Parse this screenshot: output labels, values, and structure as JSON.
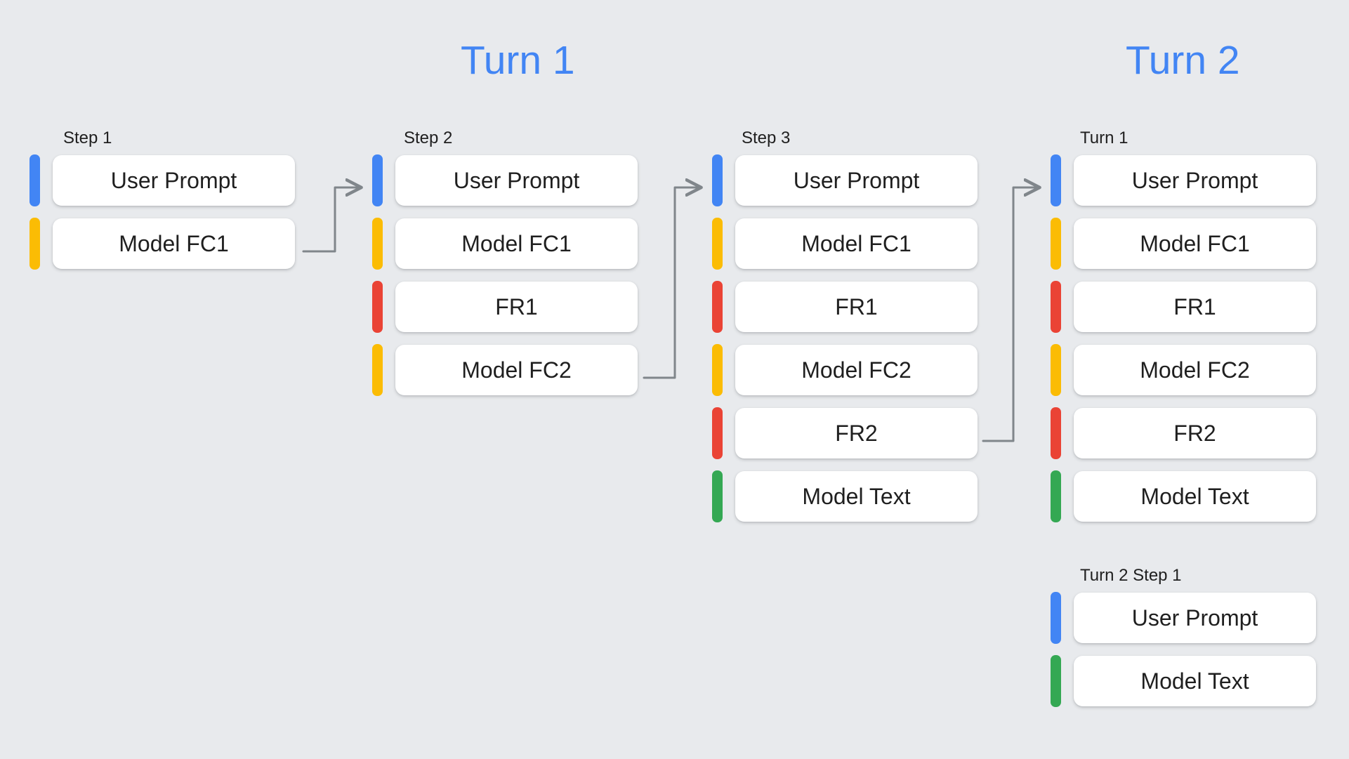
{
  "background_color": "#e8eaed",
  "palette": {
    "blue": "#4285f4",
    "yellow": "#fbbc04",
    "red": "#ea4335",
    "green": "#34a853",
    "card": "#ffffff",
    "text": "#1f1f1f",
    "arrow": "#80868b"
  },
  "headings": [
    {
      "text": "Turn 1",
      "color": "#4285f4"
    },
    {
      "text": "Turn 2",
      "color": "#4285f4"
    }
  ],
  "columns": [
    {
      "label": "Step 1",
      "rows": [
        {
          "bar": "blue",
          "label": "User Prompt"
        },
        {
          "bar": "yellow",
          "label": "Model FC1"
        }
      ]
    },
    {
      "label": "Step 2",
      "rows": [
        {
          "bar": "blue",
          "label": "User Prompt"
        },
        {
          "bar": "yellow",
          "label": "Model FC1"
        },
        {
          "bar": "red",
          "label": "FR1"
        },
        {
          "bar": "yellow",
          "label": "Model FC2"
        }
      ]
    },
    {
      "label": "Step 3",
      "rows": [
        {
          "bar": "blue",
          "label": "User Prompt"
        },
        {
          "bar": "yellow",
          "label": "Model FC1"
        },
        {
          "bar": "red",
          "label": "FR1"
        },
        {
          "bar": "yellow",
          "label": "Model FC2"
        },
        {
          "bar": "red",
          "label": "FR2"
        },
        {
          "bar": "green",
          "label": "Model Text"
        }
      ]
    },
    {
      "label": "Turn 1",
      "rows": [
        {
          "bar": "blue",
          "label": "User Prompt"
        },
        {
          "bar": "yellow",
          "label": "Model FC1"
        },
        {
          "bar": "red",
          "label": "FR1"
        },
        {
          "bar": "yellow",
          "label": "Model FC2"
        },
        {
          "bar": "red",
          "label": "FR2"
        },
        {
          "bar": "green",
          "label": "Model Text"
        }
      ]
    },
    {
      "label": "Turn 2 Step 1",
      "rows": [
        {
          "bar": "blue",
          "label": "User Prompt"
        },
        {
          "bar": "green",
          "label": "Model Text"
        }
      ]
    }
  ],
  "arrows": [
    {
      "from": "step1-model-fc1",
      "to": "step2-user-prompt"
    },
    {
      "from": "step2-model-fc2",
      "to": "step3-user-prompt"
    },
    {
      "from": "step3-fr2",
      "to": "turn1-user-prompt"
    }
  ]
}
